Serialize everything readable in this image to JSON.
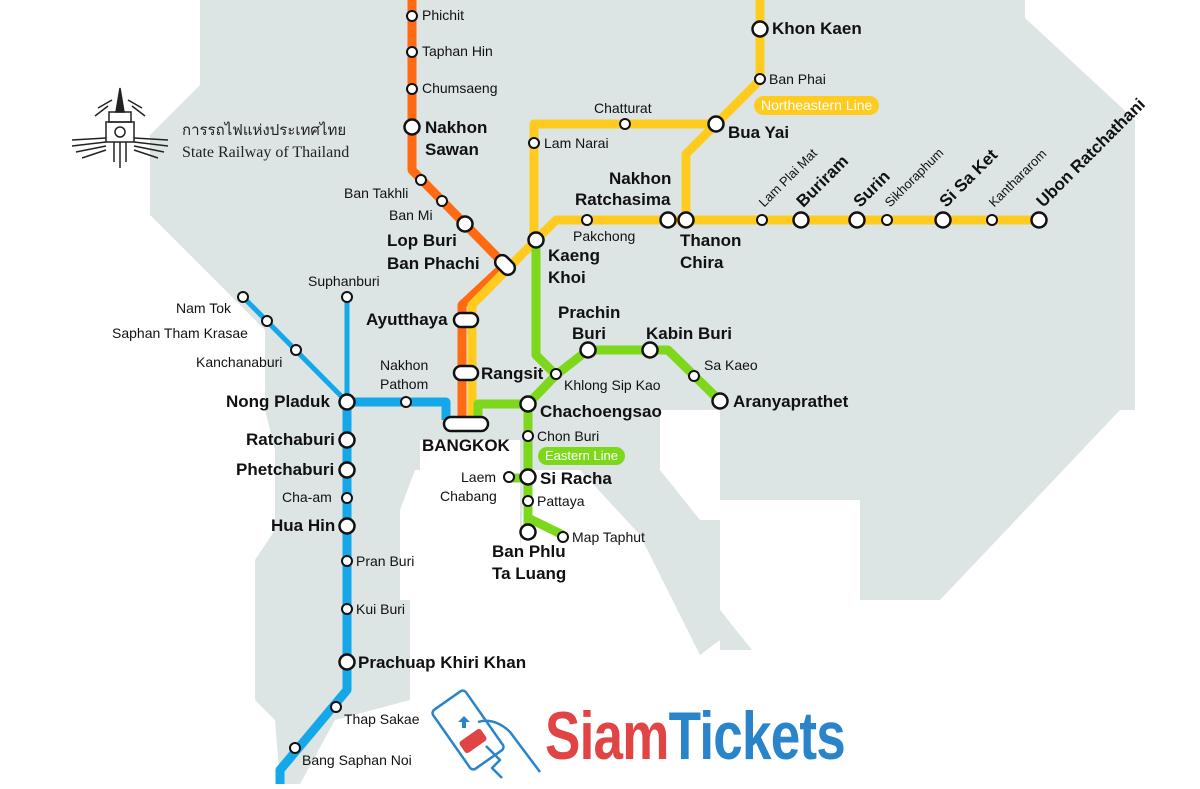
{
  "header": {
    "org_thai": "การรถไฟแห่งประเทศไทย",
    "org_en": "State Railway of Thailand"
  },
  "colors": {
    "land": "#dce4e4",
    "northern_line": "#ff6a13",
    "northeastern_line": "#ffcb1f",
    "eastern_line": "#7dd81c",
    "southern_line": "#14a8e8",
    "brand_red": "#e04444",
    "brand_blue": "#2a84c9"
  },
  "lines": {
    "northeastern": "Northeastern Line",
    "eastern": "Eastern Line"
  },
  "stations": {
    "phichit": "Phichit",
    "taphan_hin": "Taphan Hin",
    "chumsaeng": "Chumsaeng",
    "nakhon_sawan_1": "Nakhon",
    "nakhon_sawan_2": "Sawan",
    "ban_takhli": "Ban Takhli",
    "ban_mi": "Ban Mi",
    "lop_buri": "Lop Buri",
    "ban_phachi": "Ban Phachi",
    "ayutthaya": "Ayutthaya",
    "rangsit": "Rangsit",
    "bangkok": "BANGKOK",
    "khon_kaen": "Khon Kaen",
    "ban_phai": "Ban Phai",
    "bua_yai": "Bua Yai",
    "chatturat": "Chatturat",
    "lam_narai": "Lam Narai",
    "nakhon_ratchasima_1": "Nakhon",
    "nakhon_ratchasima_2": "Ratchasima",
    "pakchong": "Pakchong",
    "kaeng_khoi_1": "Kaeng",
    "kaeng_khoi_2": "Khoi",
    "thanon_chira_1": "Thanon",
    "thanon_chira_2": "Chira",
    "lam_plai_mat": "Lam Plai Mat",
    "buriram": "Buriram",
    "surin": "Surin",
    "sikhoraphum": "Sikhoraphum",
    "si_sa_ket": "Si Sa Ket",
    "kanthararom": "Kanthararom",
    "ubon_ratchathani": "Ubon Ratchathani",
    "prachin_buri_1": "Prachin",
    "prachin_buri_2": "Buri",
    "kabin_buri": "Kabin Buri",
    "sa_kaeo": "Sa Kaeo",
    "aranyaprathet": "Aranyaprathet",
    "khlong_sip_kao": "Khlong Sip Kao",
    "chachoengsao": "Chachoengsao",
    "chon_buri": "Chon Buri",
    "laem_chabang_1": "Laem",
    "laem_chabang_2": "Chabang",
    "si_racha": "Si Racha",
    "pattaya": "Pattaya",
    "map_taphut": "Map Taphut",
    "ban_phlu_ta_luang_1": "Ban Phlu",
    "ban_phlu_ta_luang_2": "Ta Luang",
    "suphanburi": "Suphanburi",
    "nam_tok": "Nam Tok",
    "saphan_tham_krasae": "Saphan Tham Krasae",
    "kanchanaburi": "Kanchanaburi",
    "nakhon_pathom_1": "Nakhon",
    "nakhon_pathom_2": "Pathom",
    "nong_pladuk": "Nong Pladuk",
    "ratchaburi": "Ratchaburi",
    "phetchaburi": "Phetchaburi",
    "cha_am": "Cha-am",
    "hua_hin": "Hua Hin",
    "pran_buri": "Pran Buri",
    "kui_buri": "Kui Buri",
    "prachuap_khiri_khan": "Prachuap Khiri Khan",
    "thap_sakae": "Thap Sakae",
    "bang_saphan_noi": "Bang Saphan Noi"
  },
  "brand": {
    "part1": "Siam",
    "part2": "Tickets"
  }
}
